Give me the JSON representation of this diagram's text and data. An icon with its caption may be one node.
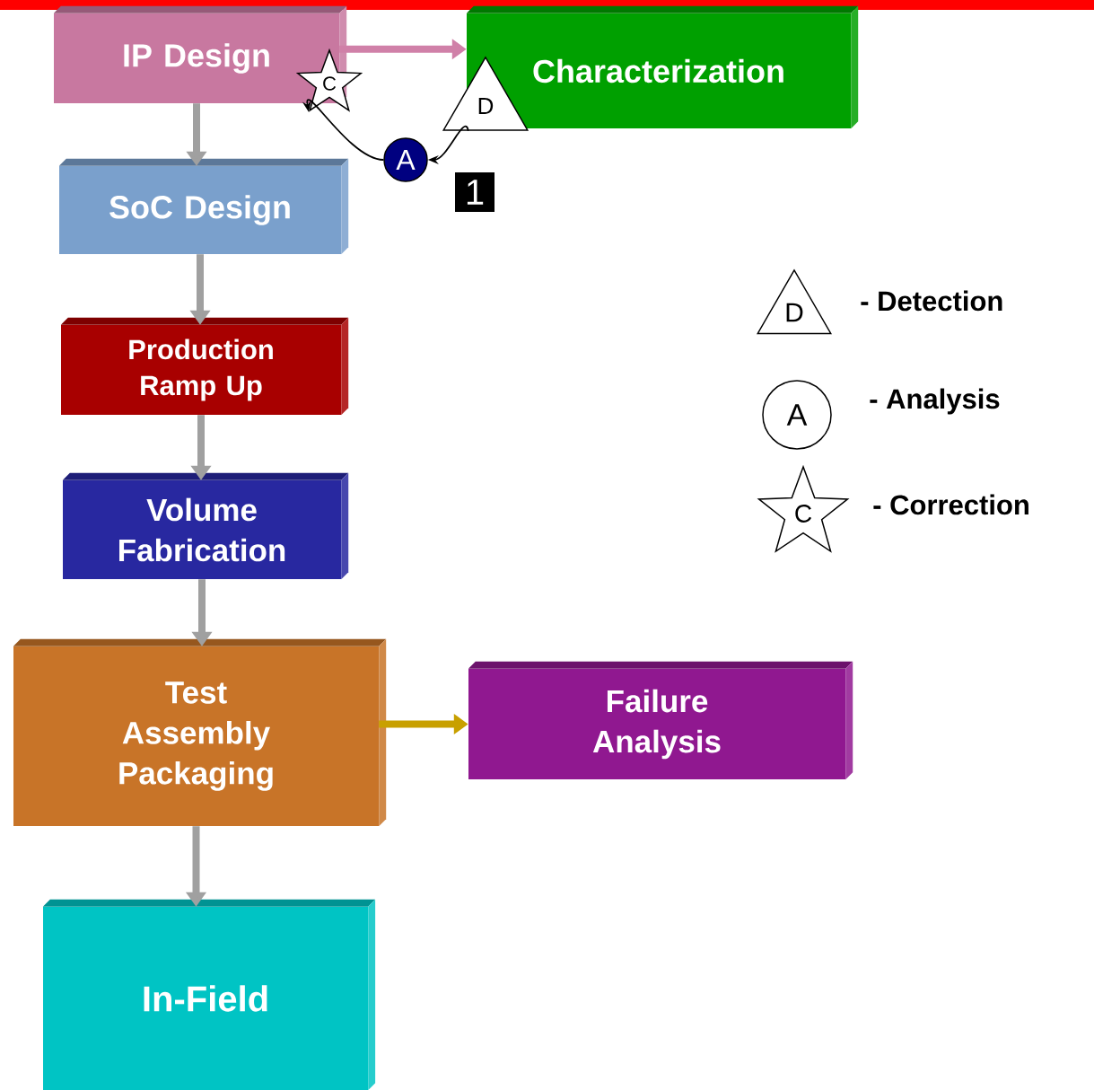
{
  "diagram": {
    "nodes": [
      {
        "text": [
          "IP Design"
        ]
      },
      {
        "text": [
          "Characterization"
        ]
      },
      {
        "text": [
          "SoC Design"
        ]
      },
      {
        "text": [
          "Production Ramp Up"
        ]
      },
      {
        "text": [
          "Volume Fabrication"
        ]
      },
      {
        "text": [
          "Test Assembly Packaging"
        ]
      },
      {
        "text": [
          "Failure Analysis"
        ]
      },
      {
        "text": [
          "In-Field"
        ]
      },
      {
        "text": [
          "C"
        ]
      },
      {
        "text": [
          "D"
        ]
      },
      {
        "text": [
          "A"
        ]
      },
      {
        "text": [
          "1"
        ]
      },
      {
        "text": [
          "D"
        ],
        "beside": [
          "- Detection"
        ]
      },
      {
        "text": [
          "A"
        ],
        "beside": [
          "- Analysis"
        ]
      },
      {
        "text": [
          "C"
        ],
        "beside": [
          "- Correction"
        ]
      }
    ],
    "edges": [
      {
        "from": 0,
        "to": 1,
        "arrow": "to",
        "color": "#d080a8"
      },
      {
        "from": 0,
        "to": 2,
        "arrow": "to"
      },
      {
        "from": 2,
        "to": 3,
        "arrow": "to"
      },
      {
        "from": 3,
        "to": 4,
        "arrow": "to"
      },
      {
        "from": 4,
        "to": 5,
        "arrow": "to"
      },
      {
        "from": 5,
        "to": 6,
        "arrow": "to",
        "color": "#c8a000"
      },
      {
        "from": 5,
        "to": 7,
        "arrow": "to"
      },
      {
        "from": 9,
        "to": 10,
        "arrow": "to",
        "color": "#000000"
      },
      {
        "from": 10,
        "to": 8,
        "arrow": "to",
        "color": "#000000"
      }
    ]
  }
}
